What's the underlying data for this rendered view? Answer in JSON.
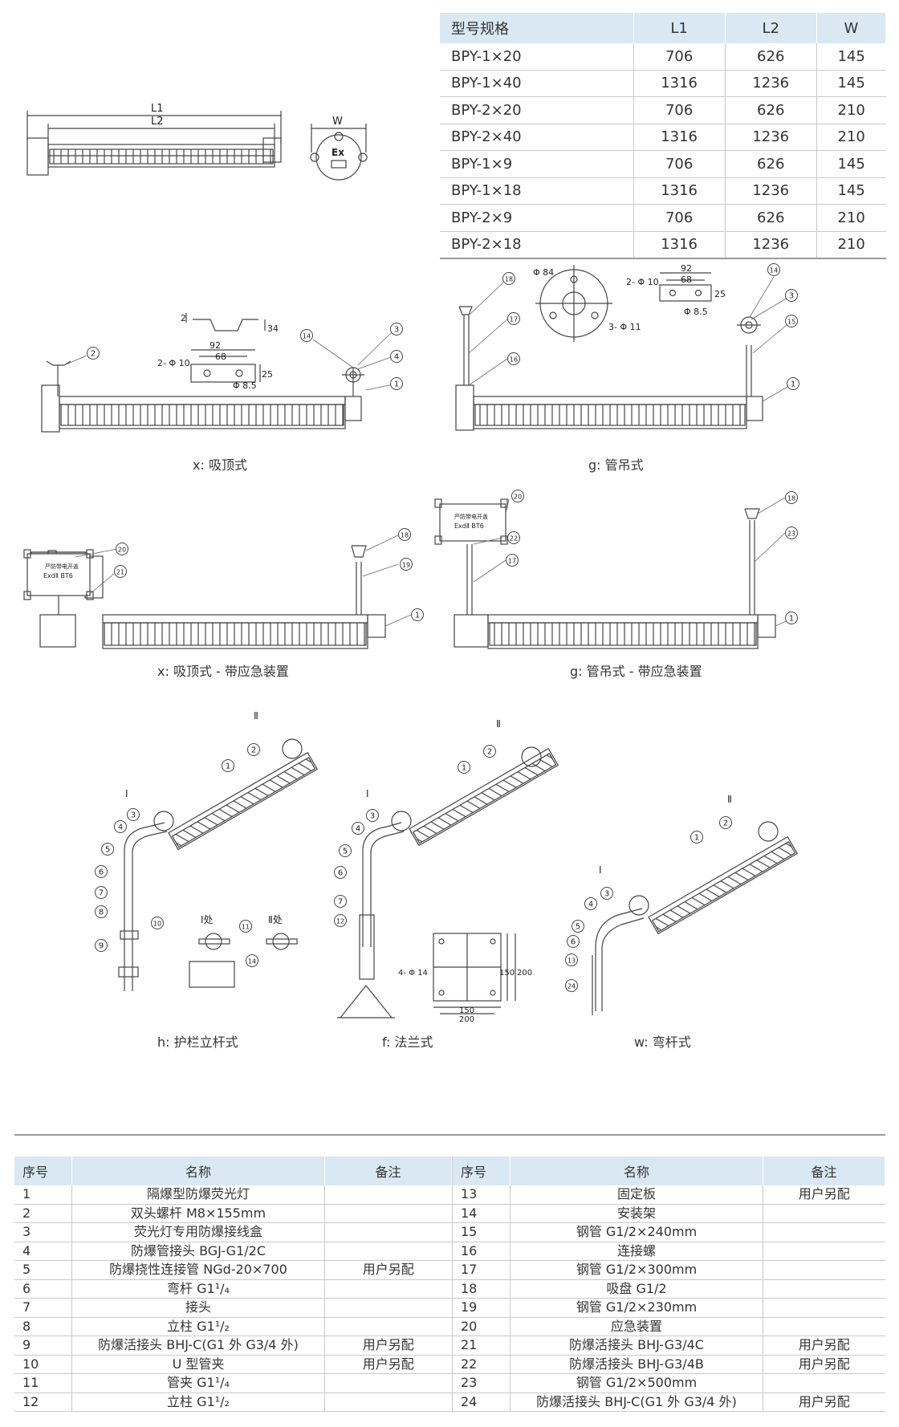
{
  "spec_table": {
    "headers": [
      "型号规格",
      "L1",
      "L2",
      "W"
    ],
    "rows": [
      [
        "BPY-1×20",
        "706",
        "626",
        "145"
      ],
      [
        "BPY-1×40",
        "1316",
        "1236",
        "145"
      ],
      [
        "BPY-2×20",
        "706",
        "626",
        "210"
      ],
      [
        "BPY-2×40",
        "1316",
        "1236",
        "210"
      ],
      [
        "BPY-1×9",
        "706",
        "626",
        "145"
      ],
      [
        "BPY-1×18",
        "1316",
        "1236",
        "145"
      ],
      [
        "BPY-2×9",
        "706",
        "626",
        "210"
      ],
      [
        "BPY-2×18",
        "1316",
        "1236",
        "210"
      ]
    ]
  },
  "dimension_view": {
    "l1": "L1",
    "l2": "L2",
    "w": "W",
    "ex": "Ex"
  },
  "bracket": {
    "d1": "92",
    "d2": "68",
    "d3": "25",
    "hole1": "2- Φ 10",
    "hole2": "Φ 8.5",
    "h": "34",
    "t": "2"
  },
  "flange": {
    "dia": "Φ 84",
    "holes": "3- Φ 11"
  },
  "emergency_box": {
    "line1": "严防带电开盖",
    "line2": "ExdⅡ BT6"
  },
  "detail": {
    "title1": "Ⅰ处",
    "title2": "Ⅱ处",
    "label_i": "Ⅰ",
    "label_ii": "Ⅱ"
  },
  "base_plate": {
    "holes": "4- Φ 14",
    "w1": "150",
    "w2": "200",
    "h1": "150",
    "h2": "200"
  },
  "callouts": [
    "1",
    "2",
    "3",
    "4",
    "5",
    "6",
    "7",
    "8",
    "9",
    "10",
    "11",
    "12",
    "13",
    "14",
    "15",
    "16",
    "17",
    "18",
    "19",
    "20",
    "21",
    "22",
    "23",
    "24"
  ],
  "captions": {
    "x": "x: 吸顶式",
    "g": "g: 管吊式",
    "x_emergency": "x: 吸顶式 - 带应急装置",
    "g_emergency": "g: 管吊式 - 带应急装置",
    "h": "h: 护栏立杆式",
    "f": "f: 法兰式",
    "w": "w: 弯杆式"
  },
  "parts_table": {
    "headers": [
      "序号",
      "名称",
      "备注"
    ],
    "left": [
      {
        "no": "1",
        "name": "隔爆型防爆荧光灯",
        "remark": ""
      },
      {
        "no": "2",
        "name": "双头螺杆 M8×155mm",
        "remark": ""
      },
      {
        "no": "3",
        "name": "荧光灯专用防爆接线盒",
        "remark": ""
      },
      {
        "no": "4",
        "name": "防爆管接头 BGJ-G1/2C",
        "remark": ""
      },
      {
        "no": "5",
        "name": "防爆挠性连接管 NGd-20×700",
        "remark": "用户另配"
      },
      {
        "no": "6",
        "name": "弯杆 G1¹/₄",
        "remark": ""
      },
      {
        "no": "7",
        "name": "接头",
        "remark": ""
      },
      {
        "no": "8",
        "name": "立柱 G1¹/₂",
        "remark": ""
      },
      {
        "no": "9",
        "name": "防爆活接头 BHJ-C(G1 外 G3/4 外)",
        "remark": "用户另配"
      },
      {
        "no": "10",
        "name": "U 型管夹",
        "remark": "用户另配"
      },
      {
        "no": "11",
        "name": "管夹 G1¹/₄",
        "remark": ""
      },
      {
        "no": "12",
        "name": "立柱 G1¹/₂",
        "remark": ""
      }
    ],
    "right": [
      {
        "no": "13",
        "name": "固定板",
        "remark": "用户另配"
      },
      {
        "no": "14",
        "name": "安装架",
        "remark": ""
      },
      {
        "no": "15",
        "name": "钢管 G1/2×240mm",
        "remark": ""
      },
      {
        "no": "16",
        "name": "连接螺",
        "remark": ""
      },
      {
        "no": "17",
        "name": "钢管 G1/2×300mm",
        "remark": ""
      },
      {
        "no": "18",
        "name": "吸盘 G1/2",
        "remark": ""
      },
      {
        "no": "19",
        "name": "钢管 G1/2×230mm",
        "remark": ""
      },
      {
        "no": "20",
        "name": "应急装置",
        "remark": ""
      },
      {
        "no": "21",
        "name": "防爆活接头 BHJ-G3/4C",
        "remark": "用户另配"
      },
      {
        "no": "22",
        "name": "防爆活接头 BHJ-G3/4B",
        "remark": "用户另配"
      },
      {
        "no": "23",
        "name": "钢管 G1/2×500mm",
        "remark": ""
      },
      {
        "no": "24",
        "name": "防爆活接头 BHJ-C(G1 外 G3/4 外)",
        "remark": "用户另配"
      }
    ]
  }
}
